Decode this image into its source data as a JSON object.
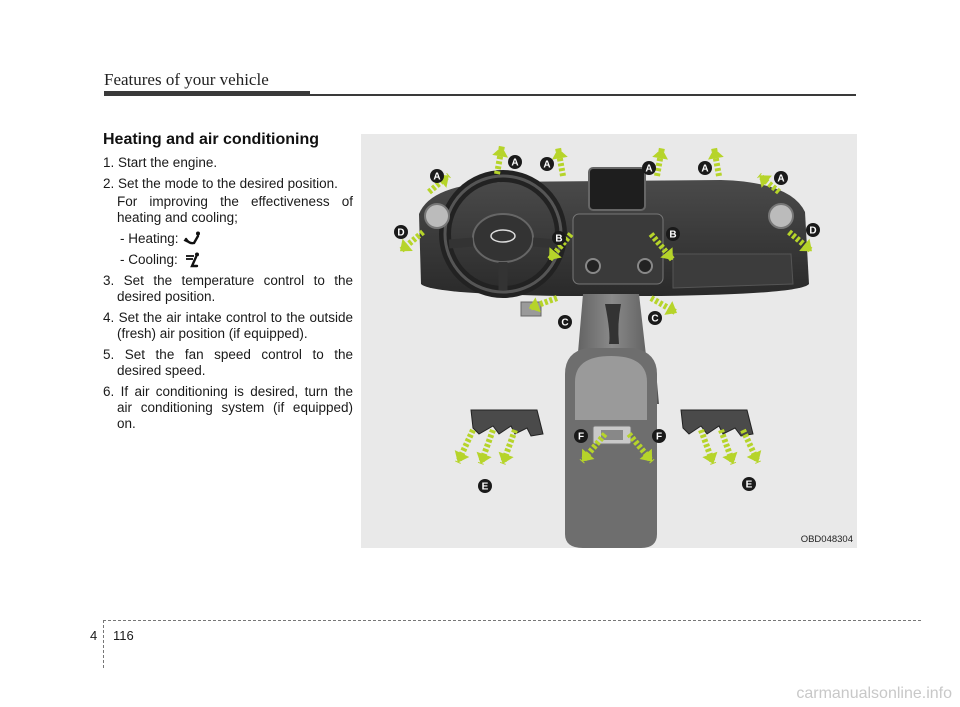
{
  "header": {
    "title": "Features of your vehicle"
  },
  "section": {
    "heading": "Heating and air conditioning",
    "steps": [
      {
        "num": "1.",
        "text": "Start the engine."
      },
      {
        "num": "2.",
        "text": "Set the mode to the desired position."
      },
      {
        "num": "3.",
        "text": "Set the temperature control to the desired position."
      },
      {
        "num": "4.",
        "text": "Set the air intake control to the outside (fresh) air position (if equipped)."
      },
      {
        "num": "5.",
        "text": "Set the fan speed control to the desired speed."
      },
      {
        "num": "6.",
        "text": "If air conditioning is desired, turn the air conditioning system (if equipped) on."
      }
    ],
    "step2_note": "For improving the effectiveness of heating and cooling;",
    "heating_label": "- Heating:",
    "cooling_label": "- Cooling:",
    "heating_icon": "floor-mode-icon",
    "cooling_icon": "face-mode-icon"
  },
  "figure": {
    "code": "OBD048304",
    "vent_labels": {
      "a": "A",
      "b": "B",
      "c": "C",
      "d": "D",
      "e": "E",
      "f": "F"
    },
    "arrow_color": "#b6d42a",
    "label_color": "#1a1a1a"
  },
  "footer": {
    "chapter": "4",
    "page": "116"
  },
  "watermark": "carmanualsonline.info"
}
